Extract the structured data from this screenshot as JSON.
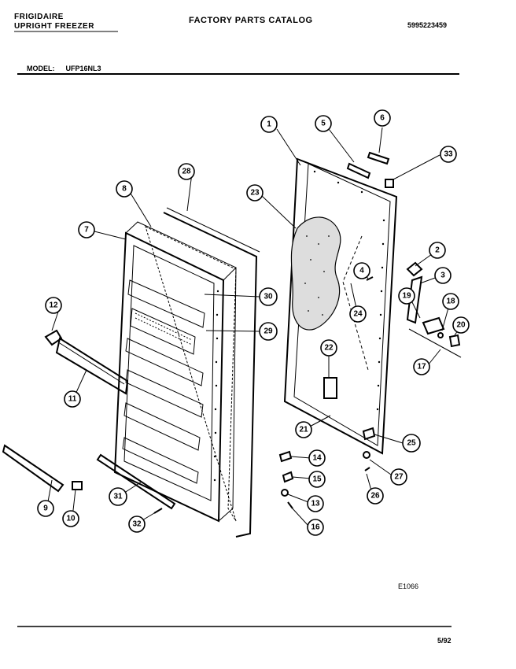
{
  "header": {
    "brand": "FRIGIDAIRE",
    "product": "UPRIGHT FREEZER",
    "catalog_title": "FACTORY PARTS CATALOG",
    "part_number": "5995223459",
    "model_label": "MODEL:",
    "model_value": "UFP16NL3"
  },
  "footer": {
    "figure_code": "E1066",
    "date": "5/92"
  },
  "callouts": [
    "1",
    "2",
    "3",
    "4",
    "5",
    "6",
    "7",
    "8",
    "9",
    "10",
    "11",
    "12",
    "13",
    "14",
    "15",
    "16",
    "17",
    "18",
    "19",
    "20",
    "21",
    "22",
    "23",
    "24",
    "25",
    "26",
    "27",
    "28",
    "29",
    "30",
    "31",
    "32",
    "33"
  ]
}
